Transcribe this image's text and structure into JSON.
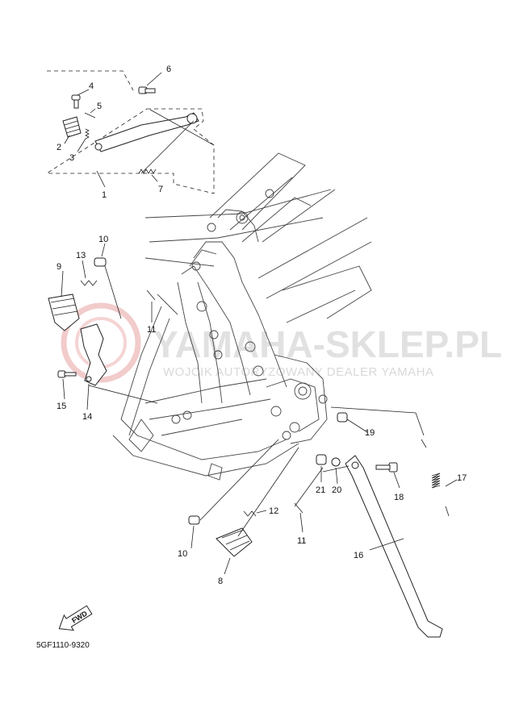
{
  "diagram_code": "5GF1110-9320",
  "fwd_label": "FWD",
  "watermark": {
    "main": "YAMAHA-SKLEP.PL",
    "sub": "WOJCIK AUTORYZOWANY DEALER YAMAHA"
  },
  "callouts": {
    "c1": "1",
    "c2": "2",
    "c3": "3",
    "c4": "4",
    "c5": "5",
    "c6": "6",
    "c7": "7",
    "c8": "8",
    "c9": "9",
    "c10a": "10",
    "c10b": "10",
    "c11a": "11",
    "c11b": "11",
    "c12": "12",
    "c13": "13",
    "c14": "14",
    "c15": "15",
    "c16": "16",
    "c17": "17",
    "c18": "18",
    "c19": "19",
    "c20": "20",
    "c21": "21"
  },
  "colors": {
    "line": "#222222",
    "watermark": "#c9c9c9",
    "logo": "#e8a0a0"
  }
}
